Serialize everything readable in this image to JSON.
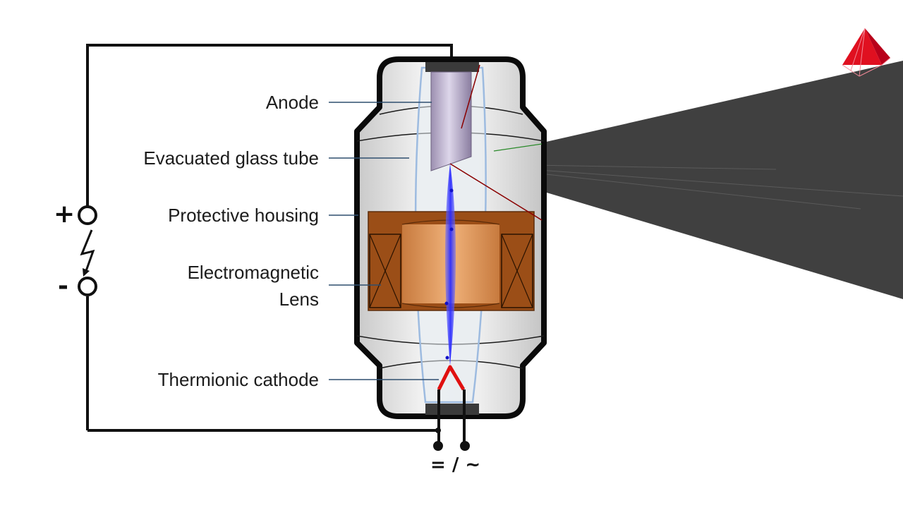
{
  "labels": {
    "anode": "Anode",
    "glass_tube": "Evacuated glass tube",
    "housing": "Protective housing",
    "lens_line1": "Electromagnetic",
    "lens_line2": "Lens",
    "cathode": "Thermionic cathode"
  },
  "terminals": {
    "plus": "+",
    "minus": "-"
  },
  "filament_supply": "= / ~",
  "colors": {
    "beam": "#3a3af0",
    "cathode_filament": "#e01010",
    "coil": "#9b4e17",
    "xray_cone": "#404040",
    "logo": "#e01020"
  }
}
